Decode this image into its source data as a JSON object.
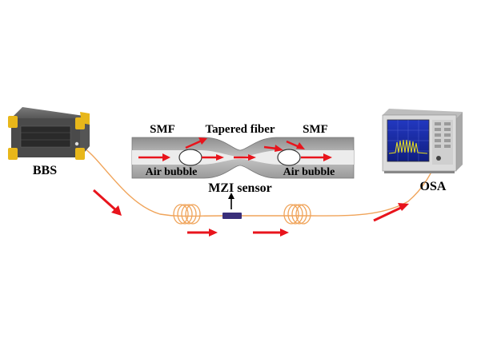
{
  "labels": {
    "source": "BBS",
    "analyzer": "OSA",
    "sensor": "MZI sensor",
    "smf_left": "SMF",
    "smf_right": "SMF",
    "taper": "Tapered fiber",
    "bubble_left": "Air bubble",
    "bubble_right": "Air bubble"
  },
  "colors": {
    "fiber": "#f0a45a",
    "arrow": "#e8141c",
    "device_housing": "#e8b71a",
    "device_body": "#4a4a4a",
    "sensor_tube": "#b8b8b8",
    "sensor_core": "#e8e8e8",
    "sensor_chip": "#3a2f7a",
    "osa_body": "#dcdcdc",
    "osa_screen": "#1a2aa0",
    "osa_trace": "#e8e020"
  }
}
